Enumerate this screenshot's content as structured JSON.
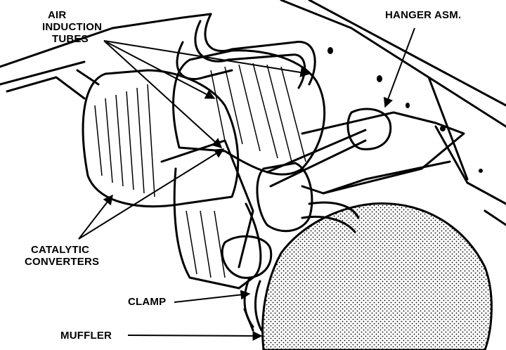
{
  "labels": {
    "air_induction_tubes": [
      "AIR",
      "INDUCTION",
      "TUBES"
    ],
    "hanger_asm": "HANGER ASM.",
    "catalytic_converters": [
      "CATALYTIC",
      "CONVERTERS"
    ],
    "clamp": "CLAMP",
    "muffler": "MUFFLER"
  },
  "colors": {
    "ink": "#000000",
    "paper": "#ffffff"
  }
}
